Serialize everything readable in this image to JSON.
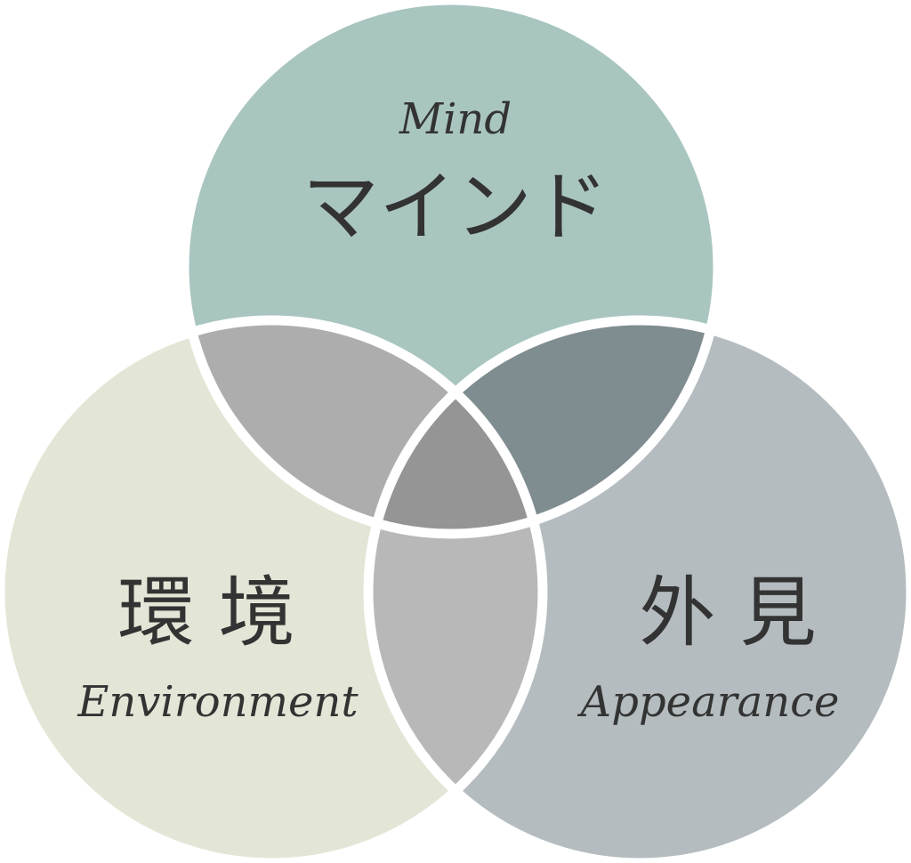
{
  "colors": {
    "mind": "#a9c5c0",
    "environment": "#e3e6d6",
    "appearance": "#b4bcbf",
    "mind_environment": "#adadad",
    "mind_appearance": "#7f8c90",
    "environment_appearance": "#b8b8b8",
    "center": "#959595",
    "border": "#ffffff",
    "text": "#333333"
  },
  "sets": {
    "mind": {
      "en": "Mind",
      "jp": "マインド"
    },
    "environment": {
      "en": "Environment",
      "jp": "環 境"
    },
    "appearance": {
      "en": "Appearance",
      "jp": "外 見"
    }
  }
}
